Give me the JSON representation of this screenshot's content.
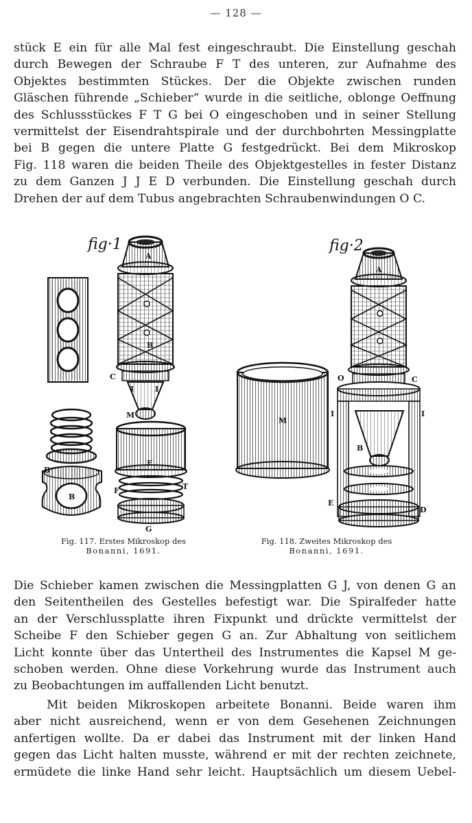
{
  "page_number": "— 128 —",
  "para1": [
    "stück E ein für alle Mal fest eingeschraubt. Die Einstellung geschah",
    "durch Bewegen der Schraube F T des unteren, zur Aufnahme des",
    "Objektes bestimmten Stückes. Der die Objekte zwischen runden",
    "Gläschen führende „Schieber“ wurde in die seitliche, oblonge Oeffnung",
    "des Schlussstückes F T G bei O eingeschoben und in seiner Stellung",
    "vermittelst der Eisendrahtspirale und der durchbohrten Messingplatte",
    "bei B gegen die untere Platte G festgedrückt. Bei dem Mikroskop",
    "Fig. 118 waren die beiden Theile des Objektgestelles in fester Distanz",
    "zu dem Ganzen J J E D verbunden. Die Einstellung geschah durch",
    "Drehen der auf dem Tubus angebrachten Schraubenwindungen O C."
  ],
  "figure1": {
    "script_label": "fig·1",
    "letters": [
      "A",
      "B",
      "C",
      "I",
      "I",
      "M",
      "E",
      "F",
      "T",
      "G",
      "B",
      "B"
    ],
    "caption_title": "Fig. 117. Erstes Mikroskop des",
    "caption_author": "Bonanni, 1691."
  },
  "figure2": {
    "script_label": "fig·2",
    "letters": [
      "A",
      "M",
      "O",
      "C",
      "I",
      "I",
      "B",
      "E",
      "D"
    ],
    "caption_title": "Fig. 118. Zweites Mikroskop des",
    "caption_author": "Bonanni, 1691."
  },
  "para2": [
    "Die Schieber kamen zwischen die Messingplatten G J, von denen G an",
    "den Seitentheilen des Gestelles befestigt war. Die Spiralfeder hatte",
    "an der Verschlussplatte ihren Fixpunkt und drückte vermittelst der",
    "Scheibe F den Schieber gegen G an. Zur Abhaltung von seitlichem",
    "Licht konnte über das Untertheil des Instrumentes die Kapsel M ge-",
    "schoben werden. Ohne diese Vorkehrung wurde das Instrument auch",
    "zu Beobachtungen im auffallenden Licht benutzt."
  ],
  "para3": [
    "Mit beiden Mikroskopen arbeitete Bonanni. Beide waren ihm",
    "aber nicht ausreichend, wenn er von dem Gesehenen Zeichnungen",
    "anfertigen wollte. Da er dabei das Instrument mit der linken Hand",
    "gegen das Licht halten musste, während er mit der rechten zeichnete,",
    "ermüdete die linke Hand sehr leicht. Hauptsächlich um diesem Uebel-"
  ]
}
